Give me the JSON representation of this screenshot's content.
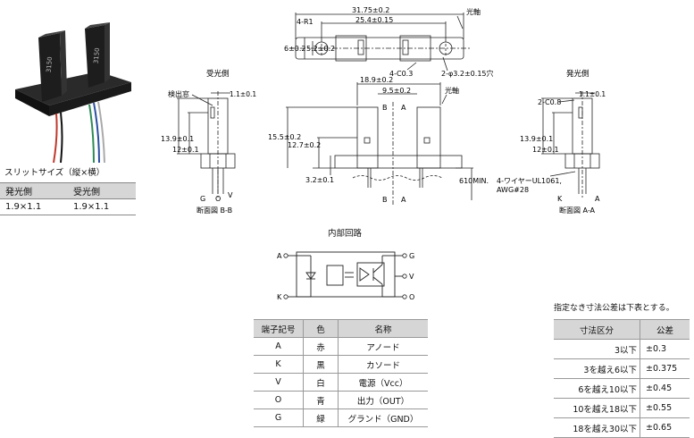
{
  "slit": {
    "caption": "スリットサイズ（縦×横）",
    "headers": [
      "発光側",
      "受光側"
    ],
    "values": [
      "1.9×1.1",
      "1.9×1.1"
    ]
  },
  "product_marking": [
    "3150",
    "3150"
  ],
  "top_view": {
    "dim_overall": "31.75±0.2",
    "dim_holes": "25.4±0.15",
    "radius": "4-R1",
    "dim_height": "6±0.2",
    "dim_inner": "5.2±0.2",
    "chamfer": "4-C0.3",
    "holes": "2-φ3.2±0.15穴",
    "axis": "光軸"
  },
  "receiver_view": {
    "side_label": "受光側",
    "window": "検出窓",
    "dim_window": "1.1±0.1",
    "dim_total": "13.9±0.1",
    "dim_slit": "12±0.1",
    "pins": [
      "G",
      "O",
      "V"
    ],
    "section": "断面図 B-B"
  },
  "front_view": {
    "dim_gap": "18.9±0.2",
    "dim_slit_width": "9.5±0.2",
    "axis": "光軸",
    "sec_b_top": "B",
    "sec_a_top": "A",
    "sec_b_bottom": "B",
    "sec_a_bottom": "A",
    "dim_height": "15.5±0.2",
    "dim_axis": "12.7±0.2",
    "dim_base": "3.2±0.1",
    "lead_length": "610MIN."
  },
  "emitter_view": {
    "side_label": "発光側",
    "chamfer": "2-C0.8",
    "dim_window": "1.1±0.1",
    "dim_total": "13.9±0.1",
    "dim_slit": "12±0.1",
    "wire_line1": "4-ワイヤーUL1061,",
    "wire_line2": "AWG#28",
    "pins": [
      "K",
      "A"
    ],
    "section": "断面図 A-A"
  },
  "circuit": {
    "title": "内部回路",
    "pins_left": [
      "A",
      "K"
    ],
    "pins_right": [
      "G",
      "V",
      "O"
    ]
  },
  "terminal_table": {
    "headers": [
      "端子記号",
      "色",
      "名称"
    ],
    "rows": [
      [
        "A",
        "赤",
        "アノード"
      ],
      [
        "K",
        "黒",
        "カソード"
      ],
      [
        "V",
        "白",
        "電源（Vcc）"
      ],
      [
        "O",
        "青",
        "出力（OUT）"
      ],
      [
        "G",
        "緑",
        "グランド（GND）"
      ]
    ]
  },
  "tolerance": {
    "note": "指定なき寸法公差は下表とする。",
    "headers": [
      "寸法区分",
      "公差"
    ],
    "rows": [
      [
        "3以下",
        "±0.3"
      ],
      [
        "3を越え6以下",
        "±0.375"
      ],
      [
        "6を越え10以下",
        "±0.45"
      ],
      [
        "10を越え18以下",
        "±0.55"
      ],
      [
        "18を越え30以下",
        "±0.65"
      ]
    ]
  },
  "colors": {
    "header_bg": "#d6d6d6",
    "wire_red": "#c0392b",
    "wire_green": "#2e8b57",
    "wire_blue": "#2a4fa0"
  }
}
